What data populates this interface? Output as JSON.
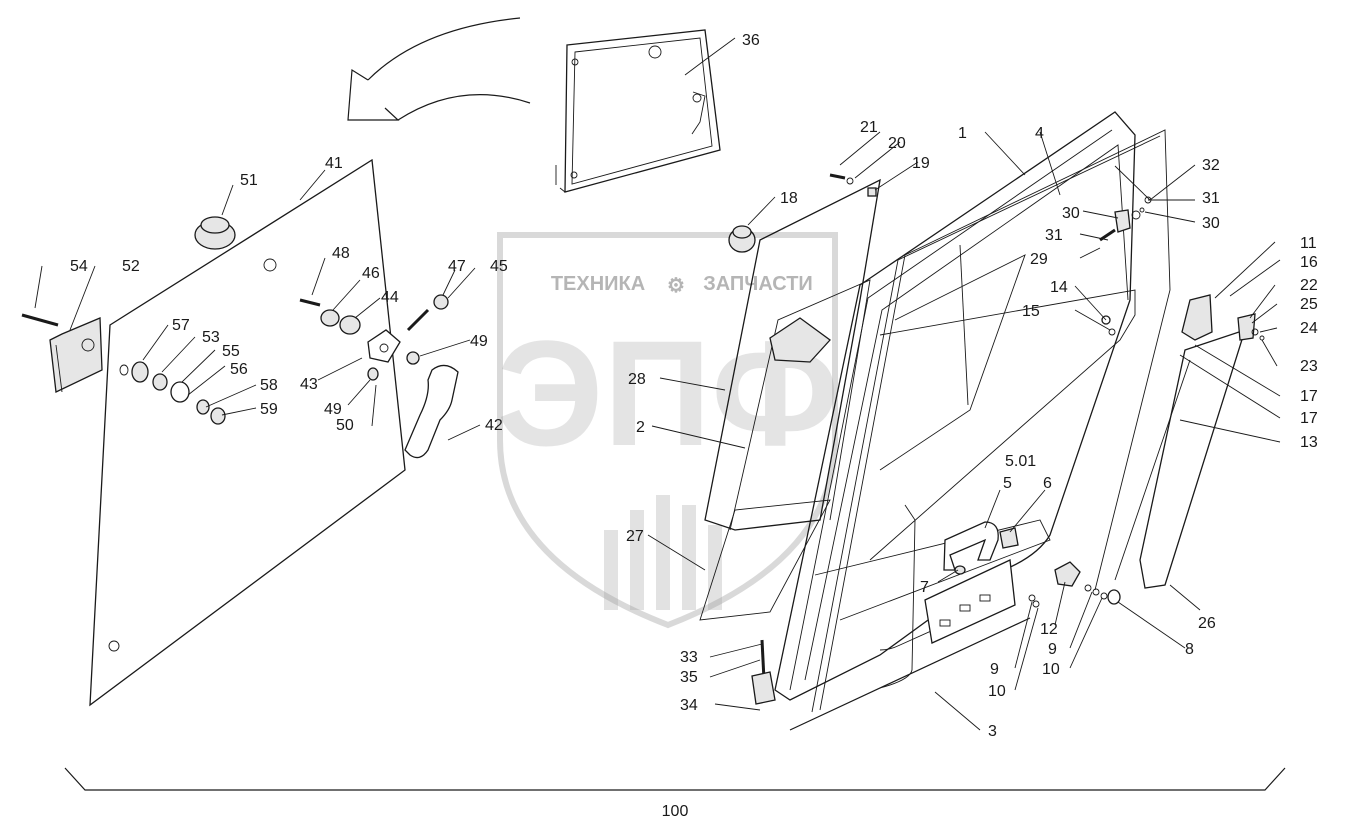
{
  "watermark": {
    "top_text_left": "ТЕХНИКА",
    "top_text_right": "ЗАПЧАСТИ",
    "logo_letters": "ЭПФ"
  },
  "assembly_label": "100",
  "callouts": [
    {
      "id": "c1",
      "text": "1"
    },
    {
      "id": "c2",
      "text": "2"
    },
    {
      "id": "c3",
      "text": "3"
    },
    {
      "id": "c4",
      "text": "4"
    },
    {
      "id": "c5",
      "text": "5"
    },
    {
      "id": "c501",
      "text": "5.01"
    },
    {
      "id": "c6",
      "text": "6"
    },
    {
      "id": "c7",
      "text": "7"
    },
    {
      "id": "c8",
      "text": "8"
    },
    {
      "id": "c9a",
      "text": "9"
    },
    {
      "id": "c9b",
      "text": "9"
    },
    {
      "id": "c10a",
      "text": "10"
    },
    {
      "id": "c10b",
      "text": "10"
    },
    {
      "id": "c11",
      "text": "11"
    },
    {
      "id": "c12",
      "text": "12"
    },
    {
      "id": "c13",
      "text": "13"
    },
    {
      "id": "c14",
      "text": "14"
    },
    {
      "id": "c15",
      "text": "15"
    },
    {
      "id": "c16",
      "text": "16"
    },
    {
      "id": "c17a",
      "text": "17"
    },
    {
      "id": "c17b",
      "text": "17"
    },
    {
      "id": "c18",
      "text": "18"
    },
    {
      "id": "c19",
      "text": "19"
    },
    {
      "id": "c20",
      "text": "20"
    },
    {
      "id": "c21",
      "text": "21"
    },
    {
      "id": "c22",
      "text": "22"
    },
    {
      "id": "c23",
      "text": "23"
    },
    {
      "id": "c24",
      "text": "24"
    },
    {
      "id": "c25",
      "text": "25"
    },
    {
      "id": "c26",
      "text": "26"
    },
    {
      "id": "c27",
      "text": "27"
    },
    {
      "id": "c28",
      "text": "28"
    },
    {
      "id": "c29",
      "text": "29"
    },
    {
      "id": "c30a",
      "text": "30"
    },
    {
      "id": "c30b",
      "text": "30"
    },
    {
      "id": "c31a",
      "text": "31"
    },
    {
      "id": "c31b",
      "text": "31"
    },
    {
      "id": "c32",
      "text": "32"
    },
    {
      "id": "c33",
      "text": "33"
    },
    {
      "id": "c34",
      "text": "34"
    },
    {
      "id": "c35",
      "text": "35"
    },
    {
      "id": "c36",
      "text": "36"
    },
    {
      "id": "c41",
      "text": "41"
    },
    {
      "id": "c42",
      "text": "42"
    },
    {
      "id": "c43",
      "text": "43"
    },
    {
      "id": "c44",
      "text": "44"
    },
    {
      "id": "c45",
      "text": "45"
    },
    {
      "id": "c46",
      "text": "46"
    },
    {
      "id": "c47",
      "text": "47"
    },
    {
      "id": "c48",
      "text": "48"
    },
    {
      "id": "c49a",
      "text": "49"
    },
    {
      "id": "c49b",
      "text": "49"
    },
    {
      "id": "c50",
      "text": "50"
    },
    {
      "id": "c51",
      "text": "51"
    },
    {
      "id": "c52",
      "text": "52"
    },
    {
      "id": "c53",
      "text": "53"
    },
    {
      "id": "c54",
      "text": "54"
    },
    {
      "id": "c55",
      "text": "55"
    },
    {
      "id": "c56",
      "text": "56"
    },
    {
      "id": "c57",
      "text": "57"
    },
    {
      "id": "c58",
      "text": "58"
    },
    {
      "id": "c59",
      "text": "59"
    }
  ]
}
